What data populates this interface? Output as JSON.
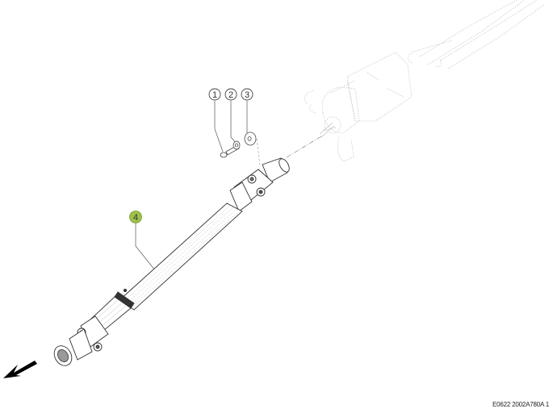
{
  "diagram": {
    "type": "exploded-parts-view",
    "subject": "steering column shaft with universal joints",
    "callouts": [
      {
        "number": "1",
        "part": "bolt",
        "highlighted": false
      },
      {
        "number": "2",
        "part": "washer",
        "highlighted": false
      },
      {
        "number": "3",
        "part": "spacer",
        "highlighted": false
      },
      {
        "number": "4",
        "part": "telescopic shaft with universal joints",
        "highlighted": true
      }
    ],
    "highlight_color": "#9cc24a",
    "direction_arrow": {
      "icon": "arrow-down-left-icon"
    },
    "reference_code": "E0622 2002A780A 1"
  }
}
